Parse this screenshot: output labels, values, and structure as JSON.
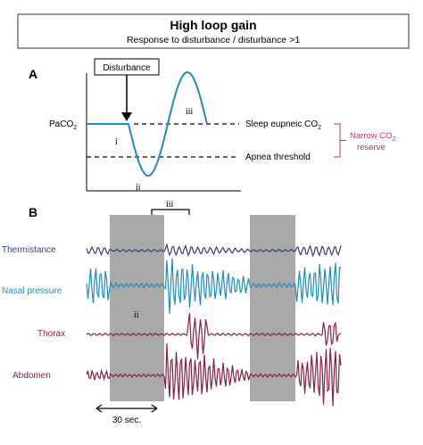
{
  "header": {
    "title": "High loop gain",
    "subtitle": "Response to disturbance / disturbance >1"
  },
  "panel_a": {
    "label": "A",
    "disturbance_label": "Disturbance",
    "y_label": "PaCO",
    "y_label_sub": "2",
    "sleep_eupneic": "Sleep eupneic CO",
    "sleep_eupneic_sub": "2",
    "apnea_threshold": "Apnea threshold",
    "marker_i": "i",
    "marker_ii": "ii",
    "marker_iii": "iii",
    "reserve_line1": "Narrow CO",
    "reserve_line1_sub": "2",
    "reserve_line2": "reserve"
  },
  "panel_b": {
    "label": "B",
    "marker_ii": "ii",
    "marker_iii": "iii",
    "scale_label": "30 sec.",
    "signals": [
      {
        "name": "Thermistance",
        "color": "#2f3f7d"
      },
      {
        "name": "Nasal pressure",
        "color": "#1b8cc9"
      },
      {
        "name": "Thorax",
        "color": "#8a1f44"
      },
      {
        "name": "Abdomen",
        "color": "#8a1f44"
      }
    ]
  },
  "colors": {
    "curve": "#1b8cc9",
    "reserve": "#c8325a",
    "shade": "#a9a9a9"
  }
}
